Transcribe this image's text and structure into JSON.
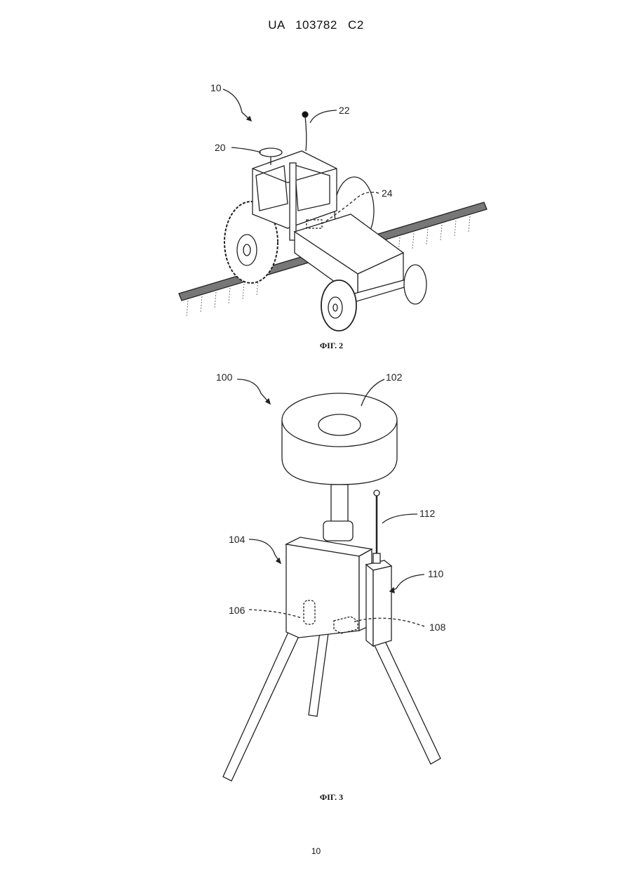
{
  "header": {
    "patent_number": "UA   103782   C2"
  },
  "figure2": {
    "caption": "ФІГ. 2",
    "labels": {
      "assembly": "10",
      "antenna_dome": "20",
      "antenna_mast": "22",
      "controller": "24"
    }
  },
  "figure3": {
    "caption": "ФІГ. 3",
    "labels": {
      "assembly": "100",
      "antenna_disc": "102",
      "housing": "104",
      "sensor": "106",
      "module": "108",
      "radio_unit": "110",
      "radio_antenna": "112"
    }
  },
  "footer": {
    "page_number": "10"
  }
}
